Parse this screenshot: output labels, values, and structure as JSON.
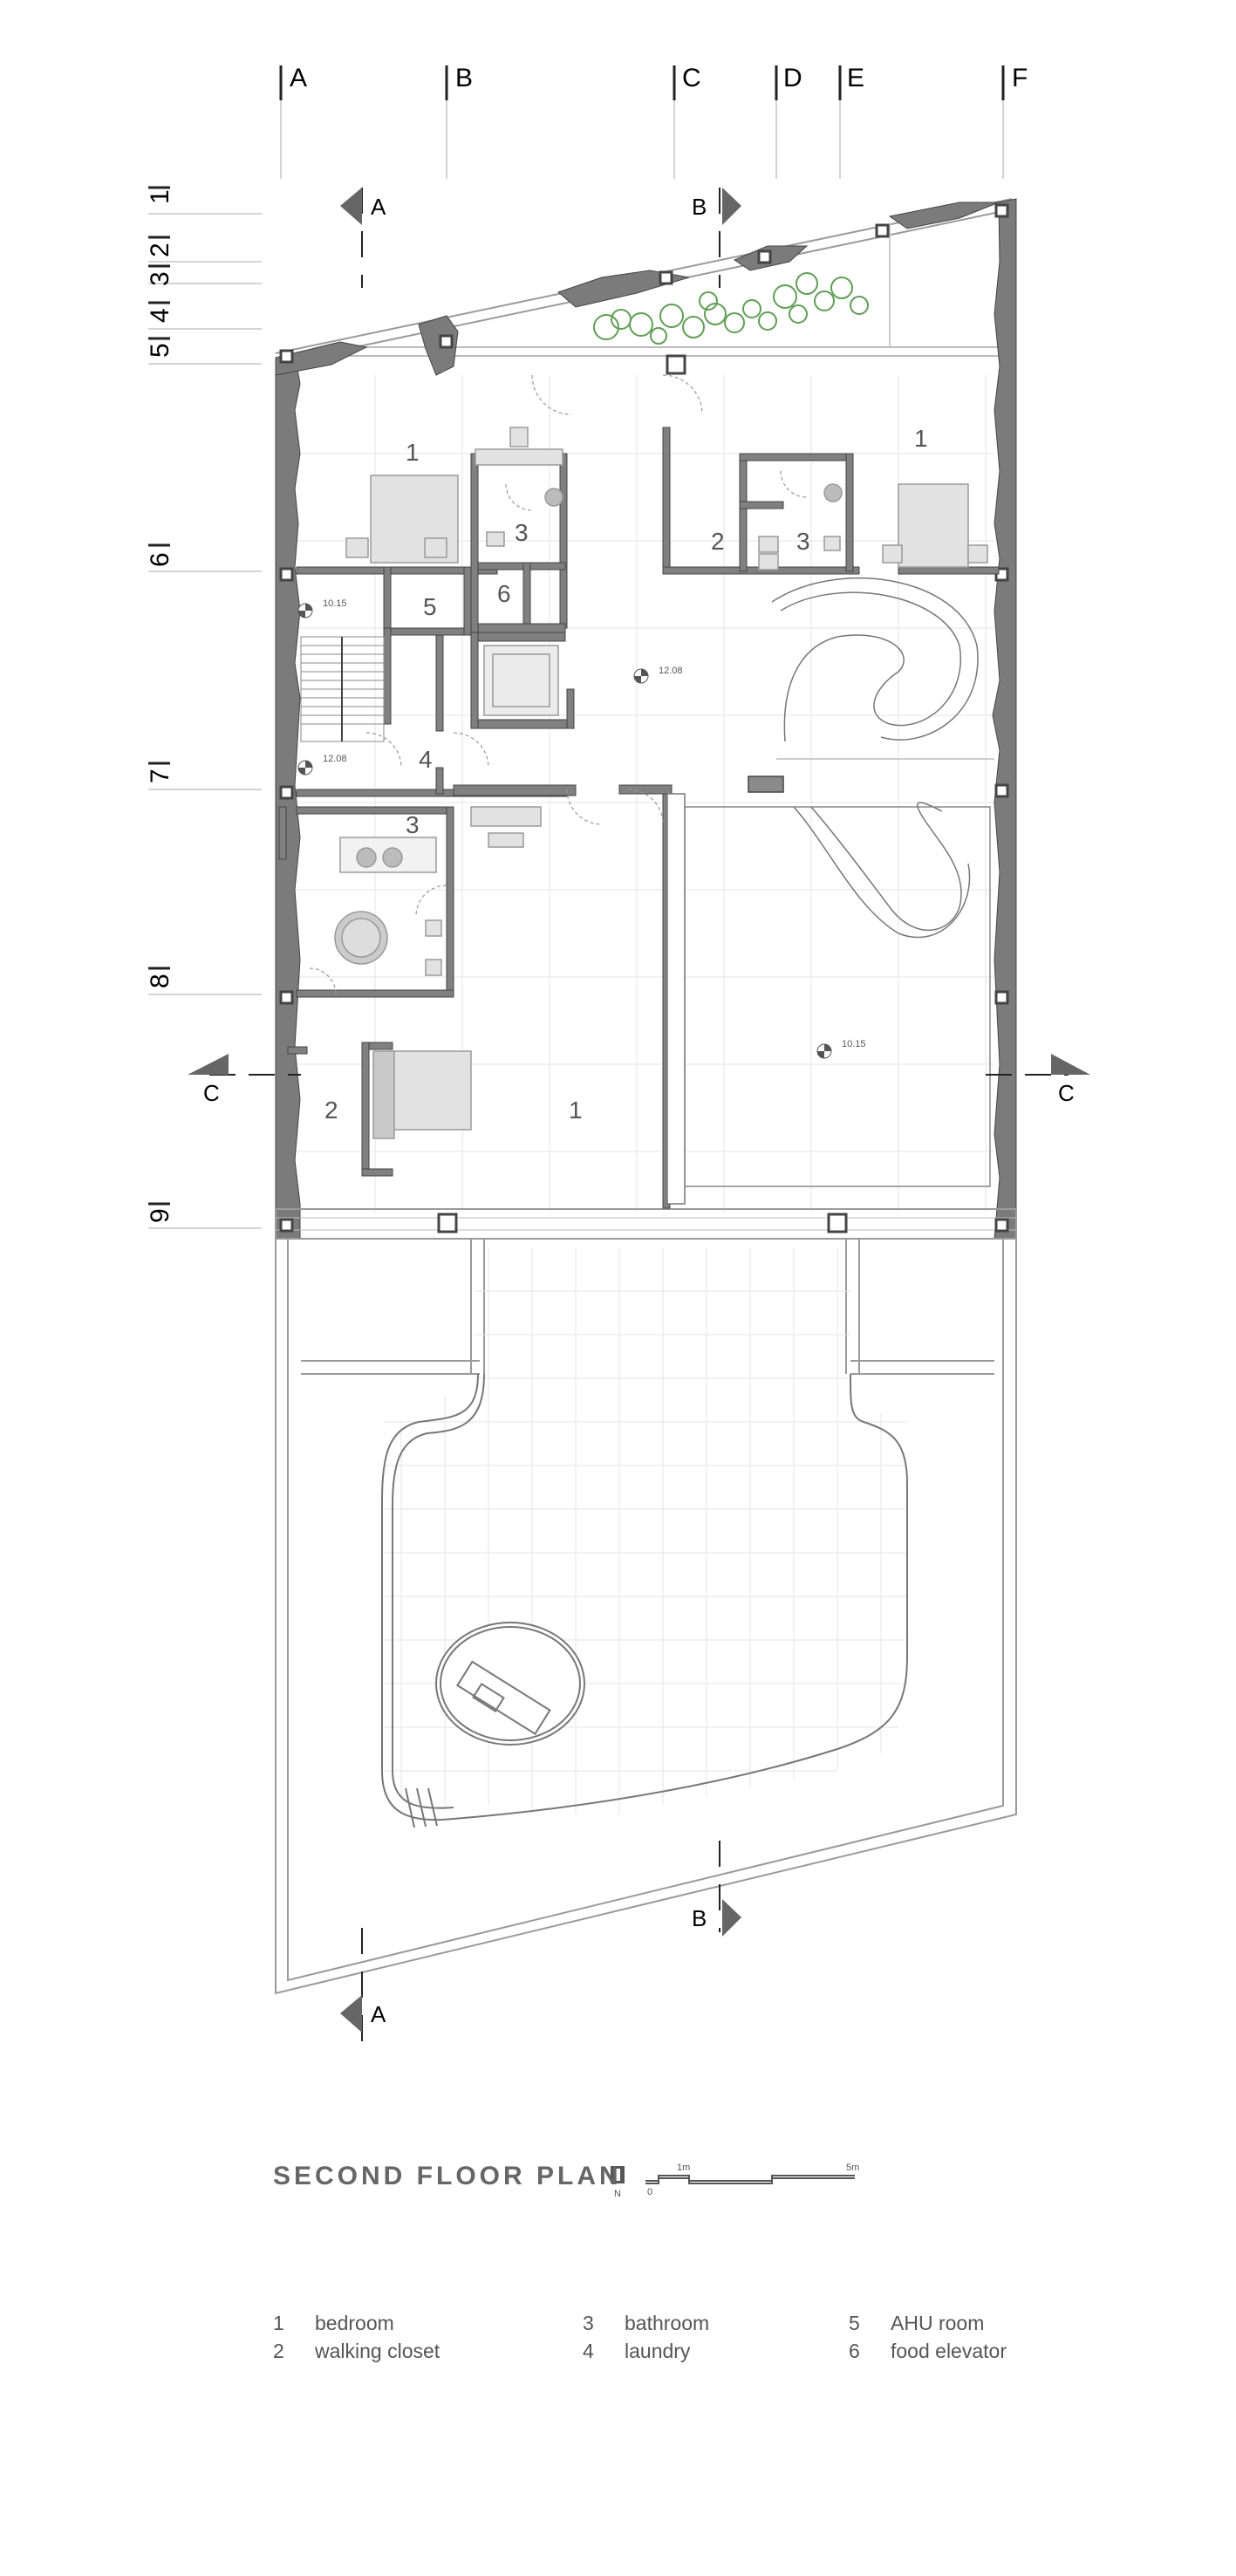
{
  "plan": {
    "title": "SECOND FLOOR PLAN",
    "north_label": "N",
    "scale_labels": [
      "0",
      "1m",
      "5m"
    ],
    "grid_columns": [
      "A",
      "B",
      "C",
      "D",
      "E",
      "F"
    ],
    "grid_rows": [
      "1",
      "2",
      "3",
      "4",
      "5",
      "6",
      "7",
      "8",
      "9"
    ],
    "section_markers": {
      "A": "A",
      "B": "B",
      "C": "C"
    },
    "levels": [
      "10.15",
      "12.08",
      "12.08",
      "10.15"
    ],
    "room_numbers": {
      "bedroom_nw": "1",
      "bathroom_nw": "3",
      "ahu": "5",
      "food_elevator": "6",
      "laundry": "4",
      "bedroom_ne": "1",
      "closet_ne": "2",
      "bathroom_ne": "3",
      "bathroom_w": "3",
      "closet_w": "2",
      "bedroom_main": "1"
    },
    "legend": [
      {
        "num": "1",
        "label": "bedroom"
      },
      {
        "num": "2",
        "label": "walking closet"
      },
      {
        "num": "3",
        "label": "bathroom"
      },
      {
        "num": "4",
        "label": "laundry"
      },
      {
        "num": "5",
        "label": "AHU room"
      },
      {
        "num": "6",
        "label": "food elevator"
      }
    ],
    "colors": {
      "wall": "#7b7b7b",
      "wall_dark": "#555555",
      "line": "#9a9a9a",
      "grid": "#d9d9d9",
      "tree": "#5f9e55",
      "text": "#555555"
    }
  }
}
